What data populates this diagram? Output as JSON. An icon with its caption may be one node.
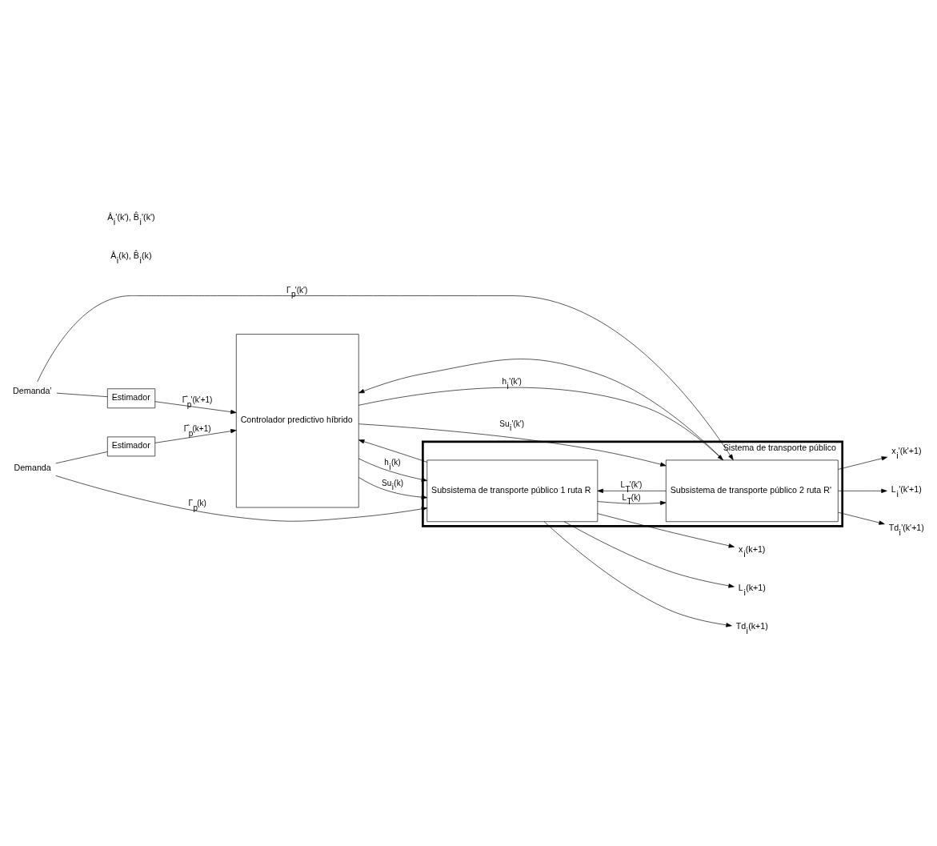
{
  "diagram": {
    "nodes": [
      {
        "text": [
          "Demanda"
        ]
      },
      {
        "text": [
          "Estimador"
        ]
      },
      {
        "text": [
          "Sistema de transporte público"
        ]
      },
      {
        "text": [
          "Subsistema de transporte público 1 ruta R"
        ],
        "in": 2
      },
      {
        "text": [
          "Subsistema de transporte público 2 ruta R'"
        ],
        "in": 2
      },
      {
        "text": [
          "Controlador predictivo híbrido"
        ]
      },
      {
        "text": [
          "Estimador"
        ]
      },
      {
        "text": [
          "Demanda’"
        ]
      },
      {
        "text": [
          "x$_{i}$(k+1)"
        ]
      },
      {
        "text": [
          "L$_{i}$(k+1)"
        ]
      },
      {
        "text": [
          "Td$_{i}$(k+1)"
        ]
      },
      {
        "text": [
          "x$_{i}$'(k'+1)"
        ]
      },
      {
        "text": [
          "L$_{i}$'(k'+1)"
        ]
      },
      {
        "text": [
          "Td$_{i}$'(k'+1)"
        ]
      }
    ],
    "edges": [
      {
        "from": 0,
        "to": 1,
        "arrow": "none"
      },
      {
        "from": 0,
        "to": 3,
        "arrow": "to",
        "label": "Γ$_{p}$(k)"
      },
      {
        "from": 1,
        "to": 5,
        "arrow": "to",
        "label": "Γ̂$_{p}$(k+1)"
      },
      {
        "from": 5,
        "to": 3,
        "arrow": "to",
        "label": "h$_{i}$(k)"
      },
      {
        "from": 5,
        "to": 3,
        "arrow": "to",
        "label": "Su$_{i}$(k)"
      },
      {
        "from": 3,
        "to": 4,
        "arrow": "to",
        "label": "L$_{T}$(k)"
      },
      {
        "from": 4,
        "to": 3,
        "arrow": "to",
        "label": "L$_{T}$'(k')"
      },
      {
        "from": 5,
        "to": 4,
        "arrow": "to",
        "label": "h$_{i}$'(k')"
      },
      {
        "from": 5,
        "to": 4,
        "arrow": "to",
        "label": "Su$_{i}$'(k')"
      },
      {
        "from": 3,
        "to": 8,
        "arrow": "to"
      },
      {
        "from": 3,
        "to": 9,
        "arrow": "to"
      },
      {
        "from": 3,
        "to": 10,
        "arrow": "to"
      },
      {
        "from": 4,
        "to": 11,
        "arrow": "to"
      },
      {
        "from": 4,
        "to": 12,
        "arrow": "to"
      },
      {
        "from": 4,
        "to": 13,
        "arrow": "to"
      },
      {
        "from": 3,
        "to": 5,
        "arrow": "to"
      },
      {
        "from": 4,
        "to": 5,
        "arrow": "to"
      },
      {
        "from": 7,
        "to": 4,
        "arrow": "to",
        "label": "Γ$_{p}$'(k')"
      },
      {
        "from": 7,
        "to": 6,
        "arrow": "none"
      },
      {
        "from": 6,
        "to": 5,
        "arrow": "to",
        "label": "Γ̂$_{p}$'(k'+1)"
      }
    ],
    "labels": [
      "Â$_{i}$(k), B̂$_{i}$(k)",
      "Â$_{i}$'(k'), B̂$_{i}$'(k')"
    ]
  }
}
